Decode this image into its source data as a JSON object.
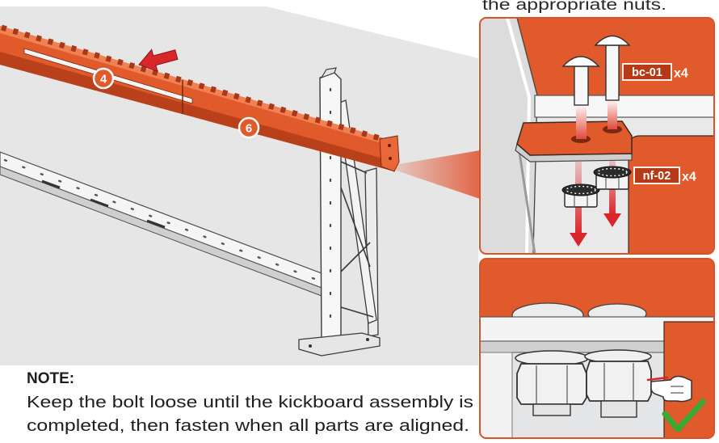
{
  "panel_top_text": "the appropriate nuts.",
  "callouts": {
    "beam_left": "4",
    "beam_right": "6"
  },
  "labels": {
    "bolt_code": "bc-01",
    "bolt_qty": "x4",
    "nut_code": "nf-02",
    "nut_qty": "x4"
  },
  "note": {
    "title": "NOTE:",
    "line1": "Keep the bolt loose until the kickboard assembly is",
    "line2": "completed, then fasten when all parts are aligned."
  },
  "colors": {
    "accent": "#e05a2b",
    "arrow": "#d9262b",
    "check": "#3aa832",
    "floor": "#e6e6e7",
    "panel_border": "#d9532a"
  },
  "icons": [
    "arrow-left-icon",
    "arrow-down-icon",
    "hand-pointer-icon",
    "check-mark-icon"
  ]
}
